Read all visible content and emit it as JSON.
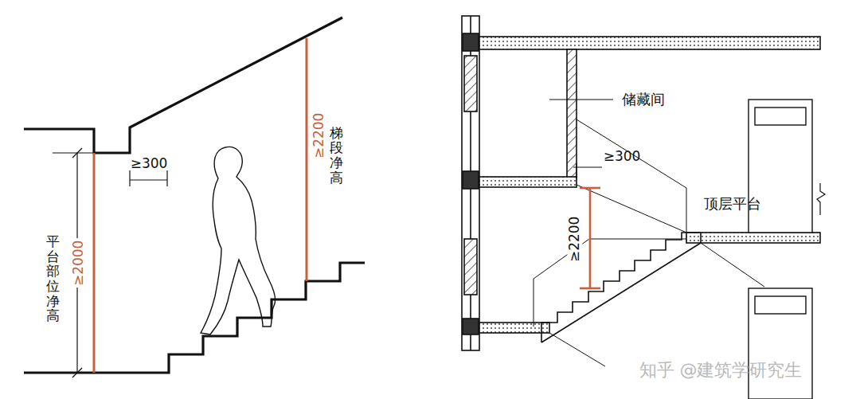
{
  "diagram": {
    "labels": [
      "≥300",
      "梯段净高",
      "≥2200",
      "平台部位净高",
      "≥2000",
      "储藏间",
      "≥300",
      "≥2200",
      "顶层平台",
      "知乎 @建筑学研究生"
    ]
  }
}
